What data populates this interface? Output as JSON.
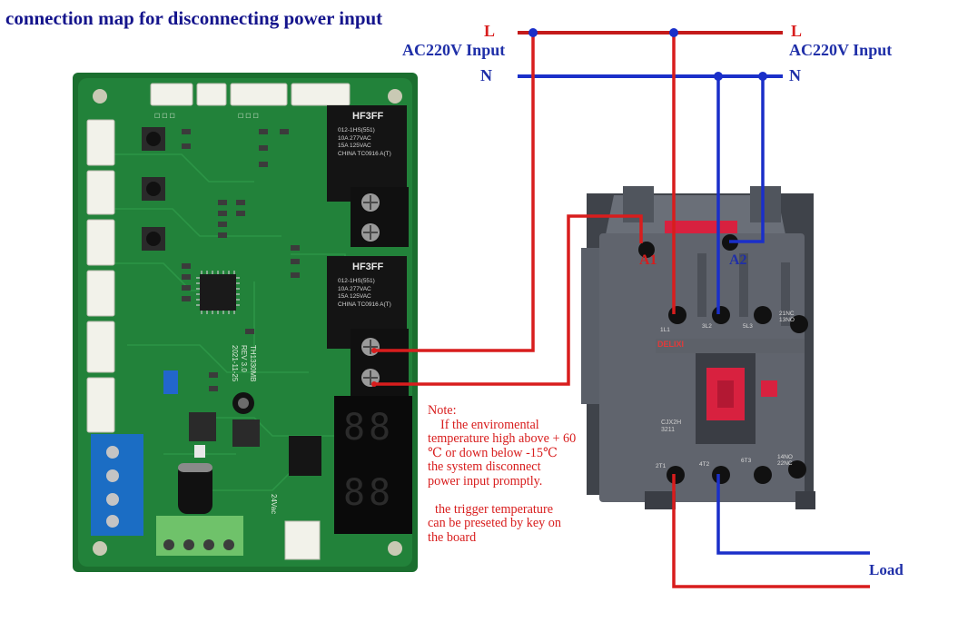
{
  "title": "connection map for disconnecting power input",
  "supply": {
    "left_label": "AC220V  Input",
    "right_label": "AC220V Input",
    "l_left": "L",
    "n_left": "N",
    "l_right": "L",
    "n_right": "N"
  },
  "board": {
    "relay_1": {
      "brand": "HF3FF",
      "lines": [
        "012-1HS(551)",
        "10A 277VAC",
        "15A 125VAC",
        "CHINA   TC0916 A(T)"
      ]
    },
    "relay_2": {
      "brand": "HF3FF",
      "lines": [
        "012-1HS(551)",
        "10A 277VAC",
        "15A 125VAC",
        "CHINA   TC0916 A(T)"
      ]
    },
    "board_code": "TH1330MB",
    "board_rev": "REV 3.0",
    "board_date": "2021-11-25",
    "supply_mark": "24Vac",
    "display_digits": [
      "8",
      "8",
      "8",
      "8"
    ]
  },
  "contactor": {
    "brand": "DELIXI",
    "model_lines": [
      "CJX2H",
      "3211"
    ],
    "coil_a1": "A1",
    "coil_a2": "A2",
    "top_terminals": [
      "1L1",
      "3L2",
      "5L3",
      "21NC\n13NO"
    ],
    "bottom_terminals": [
      "2T1",
      "4T2",
      "6T3",
      "14NO\n22NC"
    ]
  },
  "load_label": "Load",
  "note": {
    "heading": "Note:",
    "line1": "If the enviromental",
    "line2": "temperature high above + 60",
    "line3": "℃ or down below -15℃",
    "line4": " the system disconnect",
    "line5": "power input promptly.",
    "line6": " the trigger  temperature",
    "line7": "can be preseted by key on",
    "line8": "the  board"
  },
  "colors": {
    "live": "#d81d1d",
    "neutral": "#1f2fa8",
    "pcb": "#1e7a33",
    "contactor": "#565a63",
    "coil_accent": "#d8213f"
  }
}
